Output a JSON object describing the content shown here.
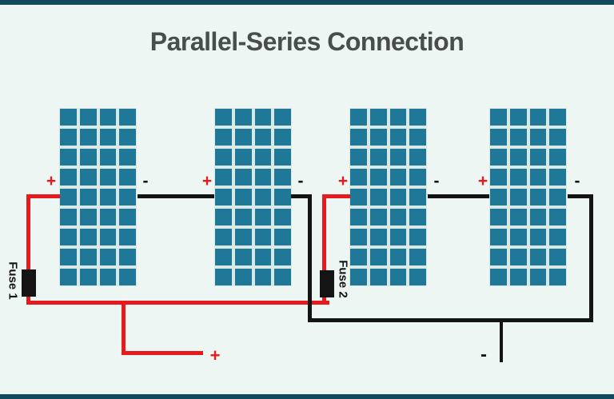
{
  "title": "Parallel-Series Connection",
  "colors": {
    "background": "#edf6f2",
    "panel_teal": "#1f7897",
    "panel_gridline": "#d9e9e6",
    "wire_red": "#e8191d",
    "wire_black": "#141414",
    "title_text": "#474e4c",
    "edge_bar": "#114a5e"
  },
  "panels": [
    {
      "id": "panel-1",
      "plus_label": "+",
      "minus_label": "-",
      "columns": 4,
      "rows": 9
    },
    {
      "id": "panel-2",
      "plus_label": "+",
      "minus_label": "-",
      "columns": 4,
      "rows": 9
    },
    {
      "id": "panel-3",
      "plus_label": "+",
      "minus_label": "-",
      "columns": 4,
      "rows": 9
    },
    {
      "id": "panel-4",
      "plus_label": "+",
      "minus_label": "-",
      "columns": 4,
      "rows": 9
    }
  ],
  "fuses": [
    {
      "label": "Fuse 1"
    },
    {
      "label": "Fuse 2"
    }
  ],
  "outputs": {
    "positive_label": "+",
    "negative_label": "-"
  }
}
